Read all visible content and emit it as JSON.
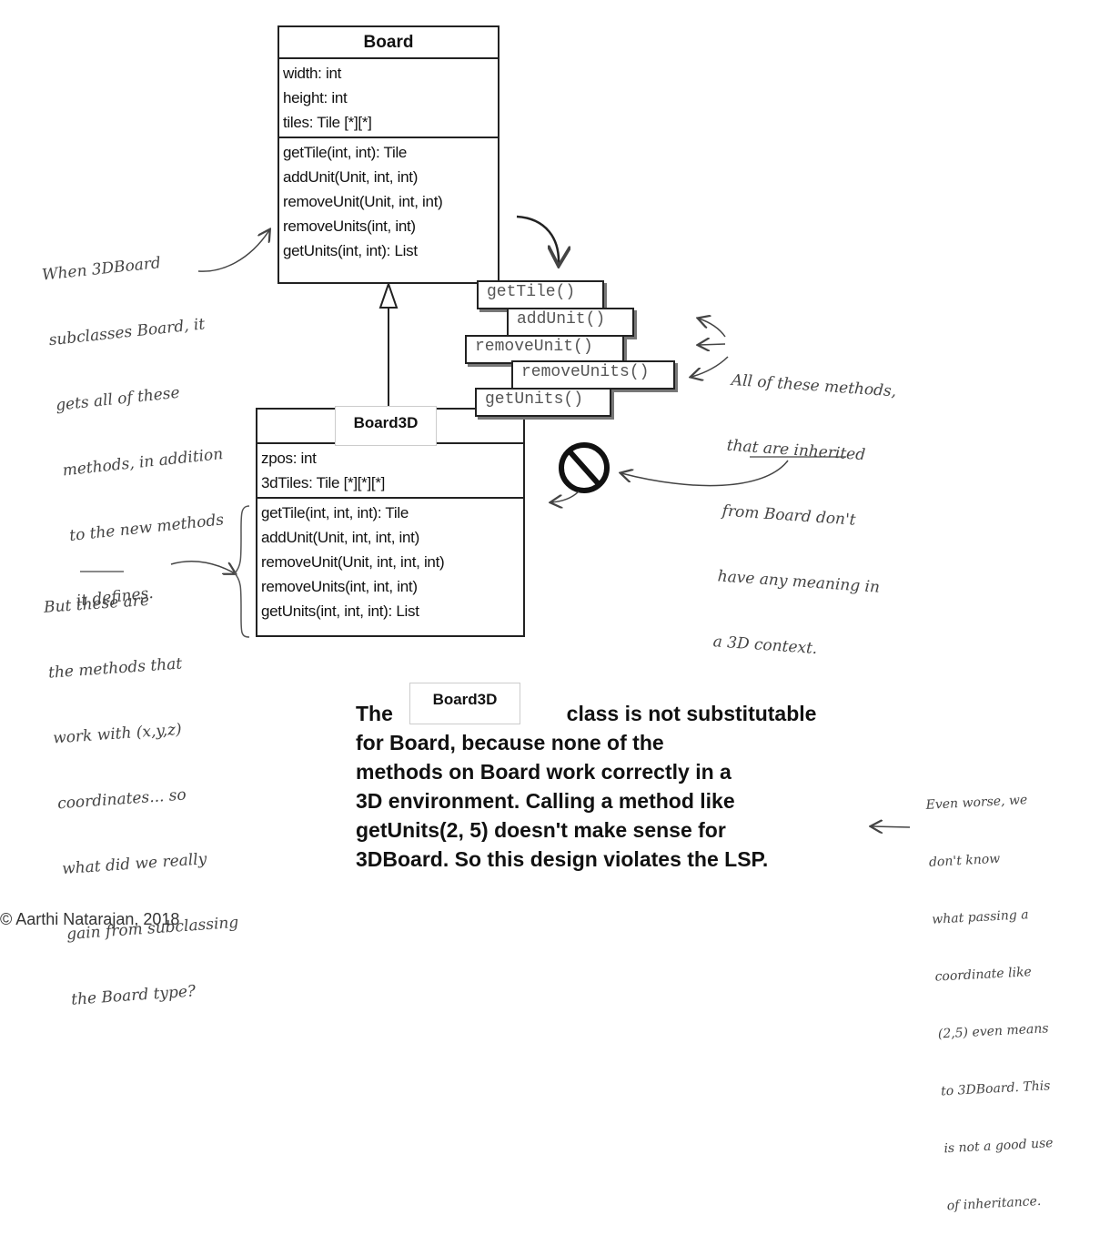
{
  "board": {
    "name": "Board",
    "attributes": [
      "width: int",
      "height: int",
      "tiles: Tile [*][*]"
    ],
    "methods": [
      "getTile(int, int): Tile",
      "addUnit(Unit, int, int)",
      "removeUnit(Unit, int, int)",
      "removeUnits(int, int)",
      "getUnits(int, int): List"
    ]
  },
  "board3d": {
    "name": "Board3D",
    "attributes": [
      "zpos: int",
      "3dTiles: Tile [*][*][*]"
    ],
    "methods": [
      "getTile(int, int, int): Tile",
      "addUnit(Unit, int, int, int)",
      "removeUnit(Unit, int, int, int)",
      "removeUnits(int, int, int)",
      "getUnits(int, int, int): List"
    ]
  },
  "inherited_methods": [
    "getTile()",
    "addUnit()",
    "removeUnit()",
    "removeUnits()",
    "getUnits()"
  ],
  "notes": {
    "left_top": [
      "When 3DBoard",
      "subclasses Board, it",
      "gets all of these",
      "methods, in addition",
      "to the new methods",
      "it defines."
    ],
    "right": [
      "All of these methods,",
      "that are inherited",
      "from Board don't",
      "have any meaning in",
      "a 3D context."
    ],
    "left_bottom": [
      "But these are",
      "the methods that",
      "work with (x,y,z)",
      "coordinates... so",
      "what did we really",
      "gain from subclassing",
      "the Board type?"
    ],
    "bottom_right": [
      "Even worse, we",
      "don't know",
      "what passing a",
      "coordinate like",
      "(2,5) even means",
      "to 3DBoard. This",
      "is not a good use",
      "of inheritance."
    ]
  },
  "main_text": {
    "line1_start": "The",
    "class_label": "Board3D",
    "line1_end": "class is not substitutable",
    "line2": "for Board, because none of the",
    "line3": "methods on Board work correctly in a",
    "line4": "3D environment. Calling a method like",
    "line5": "getUnits(2, 5) doesn't make sense for",
    "line6": "3DBoard. So this design violates the LSP."
  },
  "copyright": "© Aarthi Natarajan, 2018"
}
